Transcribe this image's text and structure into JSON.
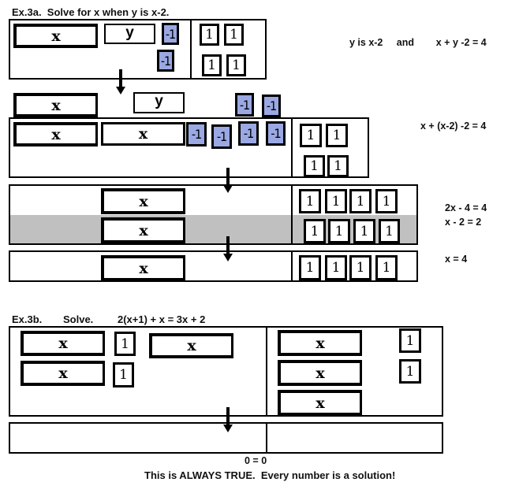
{
  "example_a": {
    "heading": "Ex.3a.  Solve for x when y is x-2.",
    "step1": {
      "left_tiles": [
        "x",
        "y",
        "-1",
        "-1"
      ],
      "right_tiles": [
        "1",
        "1",
        "1",
        "1"
      ],
      "equation_note": "y is x-2     and        x + y -2 = 4"
    },
    "substitution": {
      "removed_tiles": [
        "x",
        "y",
        "-1",
        "-1"
      ]
    },
    "step2": {
      "left_tiles": [
        "x",
        "x",
        "-1",
        "-1",
        "-1",
        "-1"
      ],
      "right_tiles": [
        "1",
        "1",
        "1",
        "1"
      ],
      "equation": "x + (x-2) -2 = 4"
    },
    "step3": {
      "left_tiles": [
        "x",
        "x"
      ],
      "right_tiles": [
        "1",
        "1",
        "1",
        "1",
        "1",
        "1",
        "1",
        "1"
      ],
      "equation_1": "2x - 4 = 4",
      "equation_2": "x - 2 = 2"
    },
    "step4": {
      "left_tiles": [
        "x"
      ],
      "right_tiles": [
        "1",
        "1",
        "1",
        "1"
      ],
      "equation": "x = 4"
    }
  },
  "example_b": {
    "heading_label": "Ex.3b.",
    "heading_verb": "Solve.",
    "heading_equation": "2(x+1) + x = 3x + 2",
    "step1": {
      "left_tiles": [
        "x",
        "1",
        "x",
        "x",
        "1"
      ],
      "right_tiles": [
        "x",
        "1",
        "x",
        "1",
        "x"
      ]
    },
    "result": "0 = 0",
    "conclusion": "This is ALWAYS TRUE.  Every number is a solution!"
  },
  "colors": {
    "negative_tile": "#9aa8e3",
    "highlight_band": "#c0c0c0",
    "outline": "#000000"
  }
}
